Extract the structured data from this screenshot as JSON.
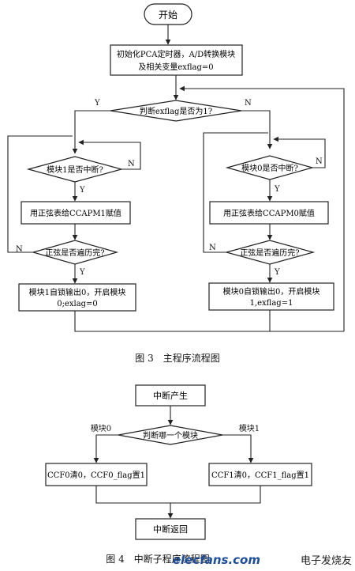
{
  "figure3": {
    "caption": "图 3　主程序流程图",
    "start": "开始",
    "init_line1": "初始化PCA定时器，A/D转换模块",
    "init_line2": "及相关变量exflag=0",
    "decision_exflag": "判断exflag是否为1?",
    "left": {
      "decision_interrupt": "模块1是否中断?",
      "assign": "用正弦表给CCAPM1赋值",
      "decision_done": "正弦是否遍历完?",
      "output_line1": "模块1自锁输出0，开启模块",
      "output_line2": "0;exlag=0"
    },
    "right": {
      "decision_interrupt": "模块0是否中断?",
      "assign": "用正弦表给CCAPM0赋值",
      "decision_done": "正弦是否遍历完?",
      "output_line1": "模块0自锁输出0，开启模块",
      "output_line2": "1,exflag=1"
    },
    "labels": {
      "yes": "Y",
      "no": "N"
    }
  },
  "figure4": {
    "caption": "图 4　中断子程序流程图",
    "start": "中断产生",
    "decision": "判断哪一个模块",
    "branch_left": "模块0",
    "branch_right": "模块1",
    "left_box": "CCF0清0，CCF0_flag置1",
    "right_box": "CCF1清0，CCF1_flag置1",
    "return": "中断返回"
  },
  "watermark": {
    "site": "elecfans.com",
    "text": "电子发烧友"
  }
}
